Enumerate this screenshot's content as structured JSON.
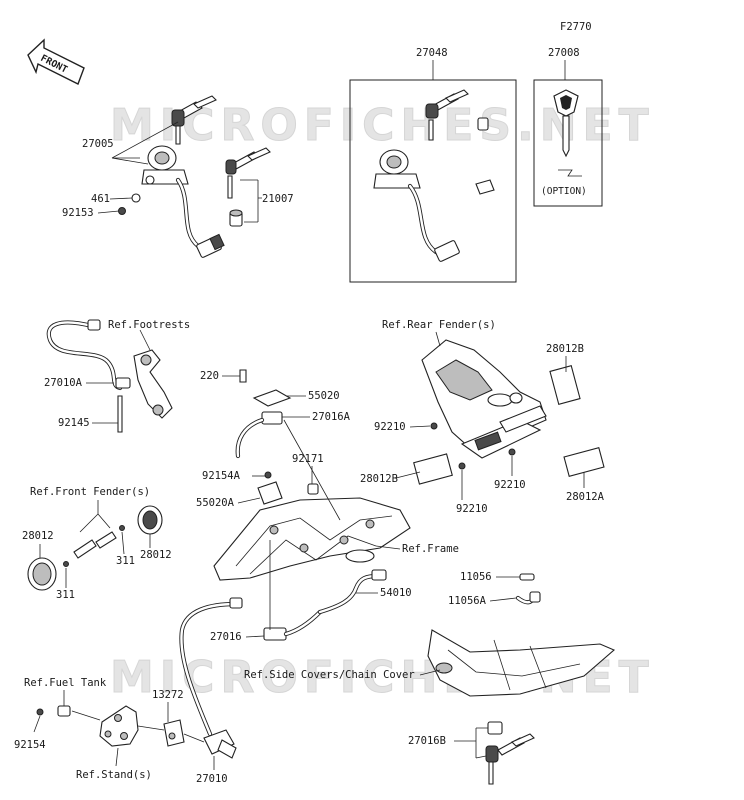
{
  "figure_code": "F2770",
  "direction_label": "FRONT",
  "watermark": "MICROFICHES.NET",
  "option_label": "(OPTION)",
  "labels": {
    "p27048": "27048",
    "p27008": "27008",
    "p27005": "27005",
    "p461": "461",
    "p92153": "92153",
    "p21007": "21007",
    "ref_footrests": "Ref.Footrests",
    "p27010A": "27010A",
    "p92145": "92145",
    "ref_rear_fender": "Ref.Rear Fender(s)",
    "p28012B_top": "28012B",
    "p220": "220",
    "p55020": "55020",
    "p27016A": "27016A",
    "p92210_a": "92210",
    "p92171": "92171",
    "p92154A": "92154A",
    "p28012B_left": "28012B",
    "p92210_b": "92210",
    "p28012A": "28012A",
    "p92210_c": "92210",
    "ref_front_fender": "Ref.Front Fender(s)",
    "p55020A": "55020A",
    "p28012_left": "28012",
    "p28012_right": "28012",
    "p311_a": "311",
    "p311_b": "311",
    "ref_frame": "Ref.Frame",
    "p11056": "11056",
    "p54010": "54010",
    "p11056A": "11056A",
    "p27016": "27016",
    "ref_side_covers": "Ref.Side Covers/Chain Cover",
    "ref_fuel_tank": "Ref.Fuel Tank",
    "p13272": "13272",
    "p92154": "92154",
    "ref_stand": "Ref.Stand(s)",
    "p27010": "27010",
    "p27016B": "27016B"
  }
}
